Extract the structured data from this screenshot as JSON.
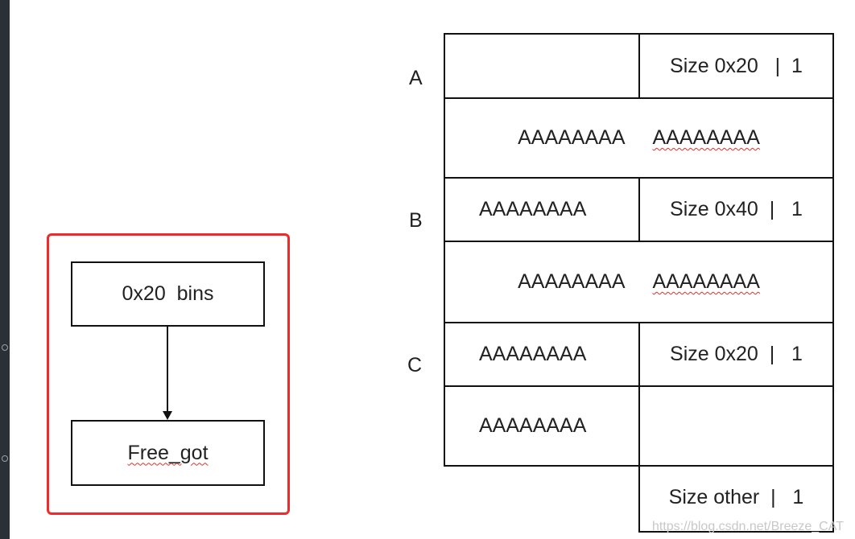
{
  "bins_diagram": {
    "bin_head": "0x20  bins",
    "bin_target": "Free_got",
    "highlight_color": "#f02a2a"
  },
  "heap_layout": {
    "chunk_labels": [
      "A",
      "B",
      "C"
    ],
    "chunk_a": {
      "prev_size": "",
      "size_field": "Size 0x20   |  1",
      "data_left": "AAAAAAAA",
      "data_right": "AAAAAAAA"
    },
    "chunk_b": {
      "prev_size": "AAAAAAAA",
      "size_field": "Size 0x40  |   1",
      "data_left": "AAAAAAAA",
      "data_right": "AAAAAAAA"
    },
    "chunk_c": {
      "prev_size": "AAAAAAAA",
      "size_field": "Size 0x20  |   1",
      "data_left": "AAAAAAAA",
      "data_right": ""
    },
    "next_chunk": {
      "size_field": "Size other  |   1"
    }
  },
  "watermark": "https://blog.csdn.net/Breeze_CAT"
}
